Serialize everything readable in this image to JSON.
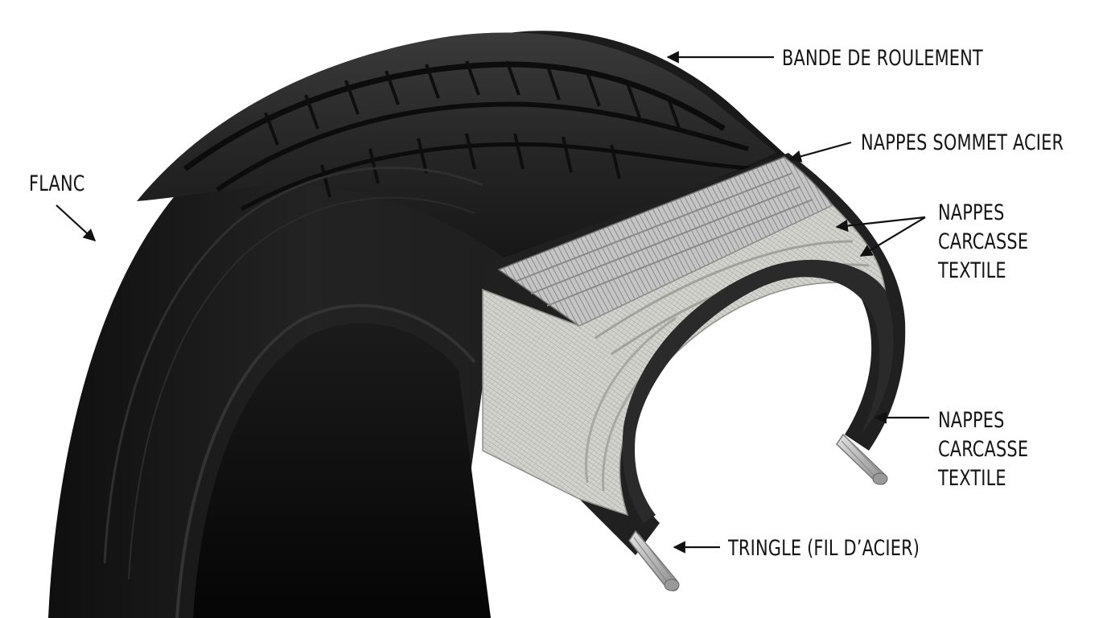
{
  "labels": {
    "tread": "BANDE DE ROULEMENT",
    "steel_belts": "NAPPES SOMMET ACIER",
    "sidewall": "FLANC",
    "carcass_upper": [
      "NAPPES",
      "CARCASSE",
      "TEXTILE"
    ],
    "carcass_lower": [
      "NAPPES",
      "CARCASSE",
      "TEXTILE"
    ],
    "bead_wire": "TRINGLE (FIL D’ACIER)"
  },
  "colors": {
    "rubber": "#222222",
    "steel": "#b9b9b9",
    "textile": "#cfcfcb",
    "text": "#141414"
  }
}
